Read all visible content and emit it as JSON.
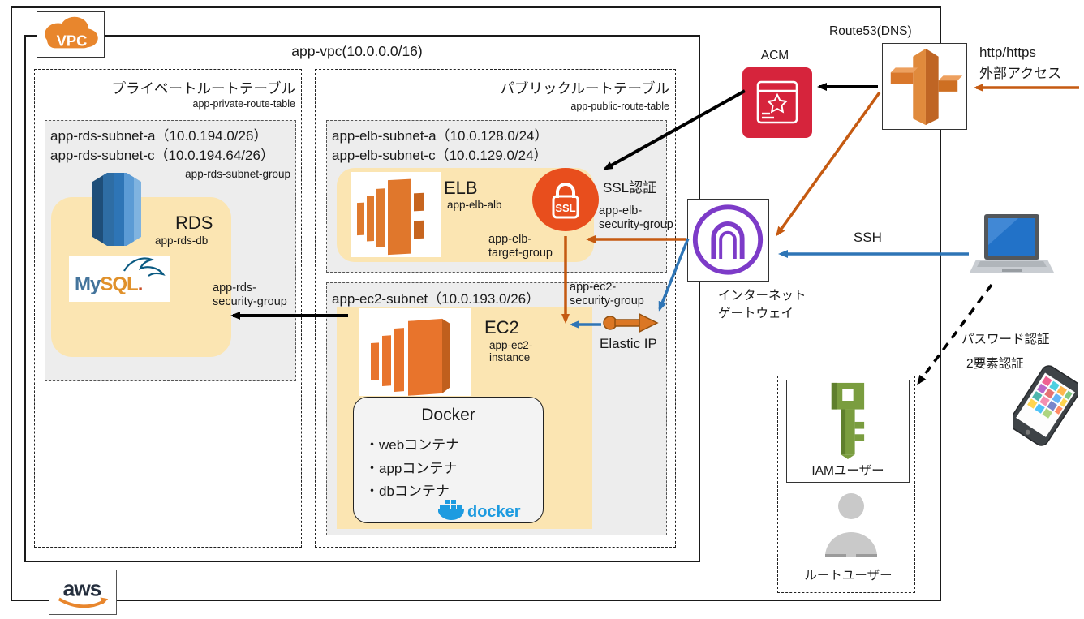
{
  "colors": {
    "arrow_orange": "#C55A11",
    "arrow_blue": "#2E75B6",
    "arrow_black": "#000000",
    "aws_orange": "#E8862D",
    "ssl_orange": "#E84E1D",
    "acm_red": "#D6243C",
    "gateway_purple": "#7D3BC8",
    "iam_green": "#7A9D3F",
    "subnet_gray": "#EDEDED",
    "zone_yellow": "#FBE5B2",
    "rds_blue": "#2E6DB4",
    "docker_blue": "#1D9BE0"
  },
  "vpc": {
    "logo": "VPC",
    "label": "app-vpc(10.0.0.0/16)"
  },
  "private_rt": {
    "title": "プライベートルートテーブル",
    "subtitle": "app-private-route-table",
    "rds": {
      "line1": "app-rds-subnet-a（10.0.194.0/26）",
      "line2": "app-rds-subnet-c（10.0.194.64/26）",
      "group": "app-rds-subnet-group",
      "service": "RDS",
      "name": "app-rds-db",
      "sg1": "app-rds-",
      "sg2": "security-group",
      "mysql1": "My",
      "mysql2": "SQL",
      "mysql_dot": "."
    }
  },
  "public_rt": {
    "title": "パブリックルートテーブル",
    "subtitle": "app-public-route-table",
    "elb": {
      "line1": "app-elb-subnet-a（10.0.128.0/24）",
      "line2": "app-elb-subnet-c（10.0.129.0/24）",
      "service": "ELB",
      "name": "app-elb-alb",
      "ssl_badge": "SSL",
      "ssl_label": "SSL認証",
      "sg1": "app-elb-",
      "sg2": "security-group",
      "tg1": "app-elb-",
      "tg2": "target-group"
    },
    "ec2": {
      "title": "app-ec2-subnet（10.0.193.0/26）",
      "service": "EC2",
      "name1": "app-ec2-",
      "name2": "instance",
      "sg1": "app-ec2-",
      "sg2": "security-group",
      "eip": "Elastic IP",
      "docker": {
        "title": "Docker",
        "items": [
          "・webコンテナ",
          "・appコンテナ",
          "・dbコンテナ"
        ],
        "logo": "docker"
      }
    }
  },
  "external": {
    "acm": "ACM",
    "route53": "Route53(DNS)",
    "http1": "http/https",
    "http2": "外部アクセス",
    "ssh": "SSH",
    "igw1": "インターネット",
    "igw2": "ゲートウェイ",
    "auth1": "パスワード認証",
    "auth2": "2要素認証",
    "iam": "IAMユーザー",
    "root": "ルートユーザー",
    "aws": "aws"
  }
}
